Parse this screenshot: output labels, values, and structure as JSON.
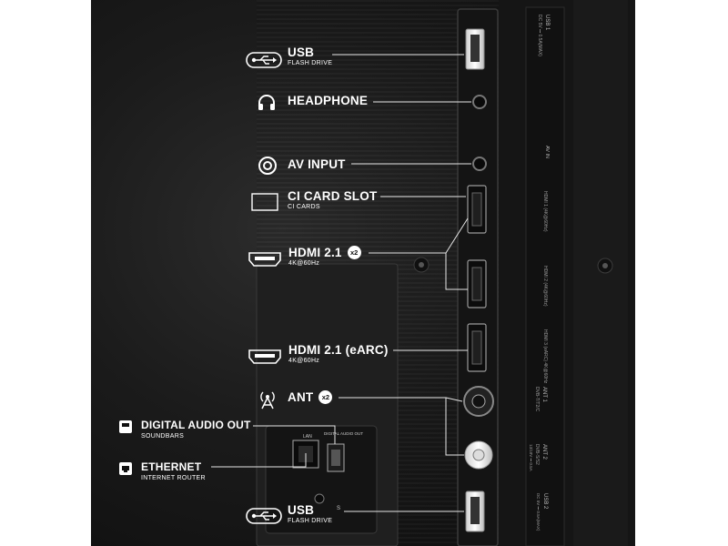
{
  "ports": [
    {
      "title": "USB",
      "subtitle": "FLASH DRIVE",
      "icon": "usb-icon"
    },
    {
      "title": "HEADPHONE",
      "icon": "headphone-icon"
    },
    {
      "title": "AV INPUT",
      "icon": "av-input-icon"
    },
    {
      "title": "CI CARD SLOT",
      "subtitle": "CI CARDS",
      "icon": "ci-card-icon"
    },
    {
      "title": "HDMI 2.1",
      "subtitle": "4K@60Hz",
      "badge": "x2",
      "icon": "hdmi-icon"
    },
    {
      "title": "HDMI 2.1 (eARC)",
      "subtitle": "4K@60Hz",
      "icon": "hdmi-icon"
    },
    {
      "title": "ANT",
      "badge": "x2",
      "icon": "antenna-icon"
    },
    {
      "title": "DIGITAL AUDIO OUT",
      "subtitle": "SOUNDBARS",
      "icon": "optical-audio-icon"
    },
    {
      "title": "ETHERNET",
      "subtitle": "INTERNET ROUTER",
      "icon": "ethernet-icon"
    },
    {
      "title": "USB",
      "subtitle": "FLASH DRIVE",
      "icon": "usb-icon"
    }
  ],
  "panel_text": {
    "lan": "LAN",
    "digital_audio_out": "DIGITAL AUDIO OUT",
    "usb_top": "USB 1",
    "usb_top_power": "DC 5V ⎓ 0.5A(MAX)",
    "av_in": "AV IN",
    "hdmi1": "HDMI 1 (4K@60Hz)",
    "hdmi2": "HDMI 2 (4K@60Hz)",
    "hdmi3": "HDMI 3 (eARC) 4K@60Hz",
    "ant1": "ANT 1",
    "ant1_std": "DVB-T/T2/C",
    "ant2": "ANT 2",
    "ant2_std": "DVB-S/S2",
    "ant2_power": "13/18V ⎓ 0.5A",
    "usb_bottom": "USB 2",
    "usb_bottom_power": "DC 5V ⎓ 0.5A(MAX)",
    "service": "S"
  },
  "colors": {
    "page": "#ffffff",
    "panel": "#1a1a1a",
    "text": "#ffffff",
    "callout": "#e6e6e6"
  }
}
